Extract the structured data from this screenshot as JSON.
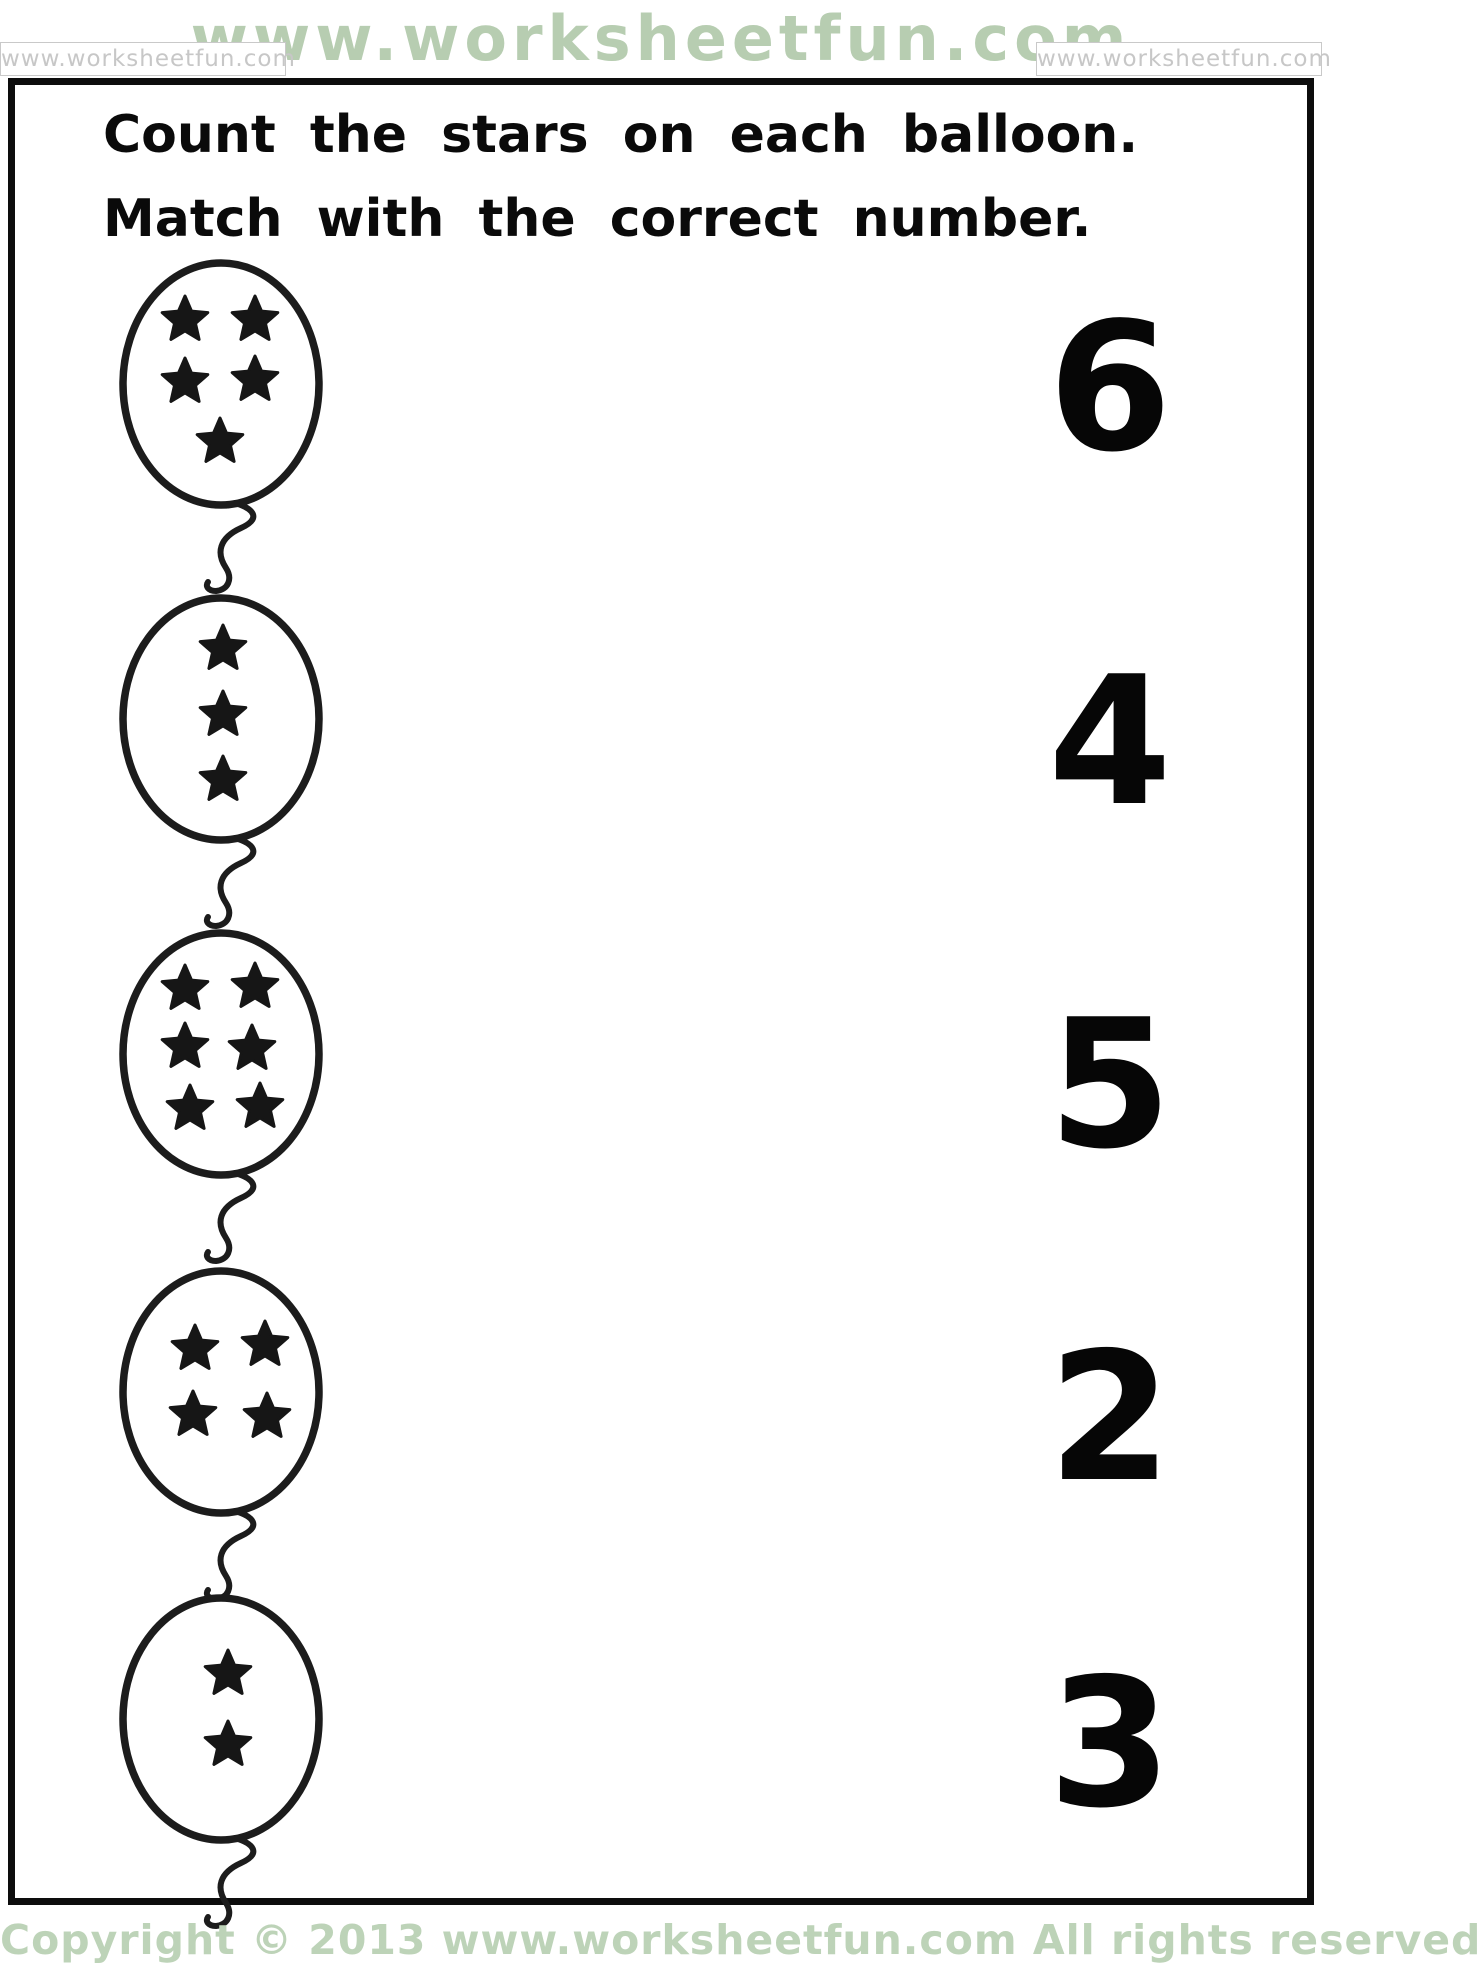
{
  "page": {
    "watermark_top_center": "www.worksheetfun.com",
    "watermark_top_left": "www.worksheetfun.com",
    "watermark_top_right": "www.worksheetfun.com",
    "footer": "Copyright © 2013 www.worksheetfun.com All rights reserved",
    "colors": {
      "watermark_green": "#b7cdb1",
      "badge_gray": "#c7c7c7",
      "ink_black": "#0d0d0d"
    }
  },
  "worksheet": {
    "instructions_line1": "Count the stars on each balloon.",
    "instructions_line2": "Match with the correct number.",
    "rows": [
      {
        "stars": 5,
        "number": "6",
        "star_positions": [
          [
            70,
            63
          ],
          [
            140,
            63
          ],
          [
            70,
            125
          ],
          [
            140,
            123
          ],
          [
            105,
            185
          ]
        ]
      },
      {
        "stars": 3,
        "number": "4",
        "star_positions": [
          [
            108,
            57
          ],
          [
            108,
            123
          ],
          [
            108,
            188
          ]
        ]
      },
      {
        "stars": 6,
        "number": "5",
        "star_positions": [
          [
            70,
            62
          ],
          [
            140,
            60
          ],
          [
            70,
            120
          ],
          [
            137,
            122
          ],
          [
            75,
            182
          ],
          [
            145,
            180
          ]
        ]
      },
      {
        "stars": 4,
        "number": "2",
        "star_positions": [
          [
            80,
            84
          ],
          [
            150,
            80
          ],
          [
            78,
            150
          ],
          [
            152,
            152
          ]
        ]
      },
      {
        "stars": 2,
        "number": "3",
        "star_positions": [
          [
            113,
            82
          ],
          [
            113,
            153
          ]
        ]
      }
    ]
  }
}
